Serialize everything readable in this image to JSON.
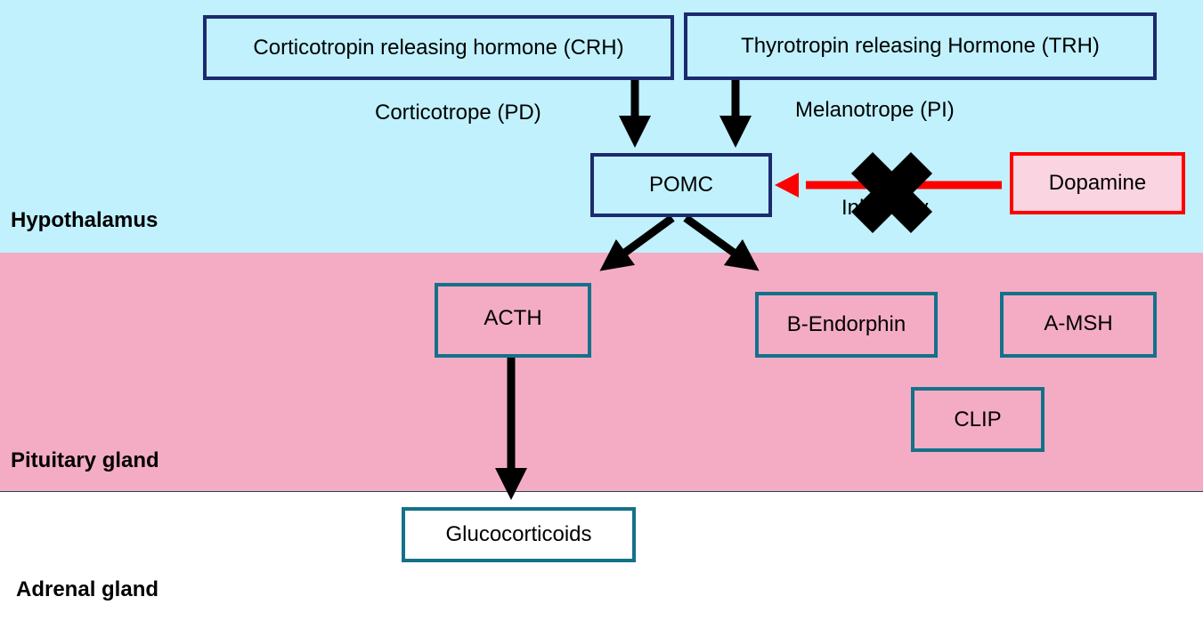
{
  "regions": {
    "hypothalamus": "Hypothalamus",
    "pituitary": "Pituitary gland",
    "adrenal": "Adrenal gland"
  },
  "nodes": {
    "crh": "Corticotropin releasing hormone (CRH)",
    "trh": "Thyrotropin releasing Hormone (TRH)",
    "pomc": "POMC",
    "dopamine": "Dopamine",
    "acth": "ACTH",
    "endorphin": "B-Endorphin",
    "amsh": "A-MSH",
    "clip": "CLIP",
    "glucocorticoids": "Glucocorticoids"
  },
  "labels": {
    "corticotrope": "Corticotrope (PD)",
    "melanotrope": "Melanotrope (PI)",
    "inhibitory": "Inhibitory"
  },
  "colors": {
    "hypothalamus_bg": "#c0f1fd",
    "pituitary_bg": "#f4acc4",
    "navy_border": "#1c2a6e",
    "teal_border": "#13718a",
    "dopamine_border": "#ff0000",
    "dopamine_fill": "#fad4e0",
    "inhibit_arrow": "#ff0000"
  }
}
